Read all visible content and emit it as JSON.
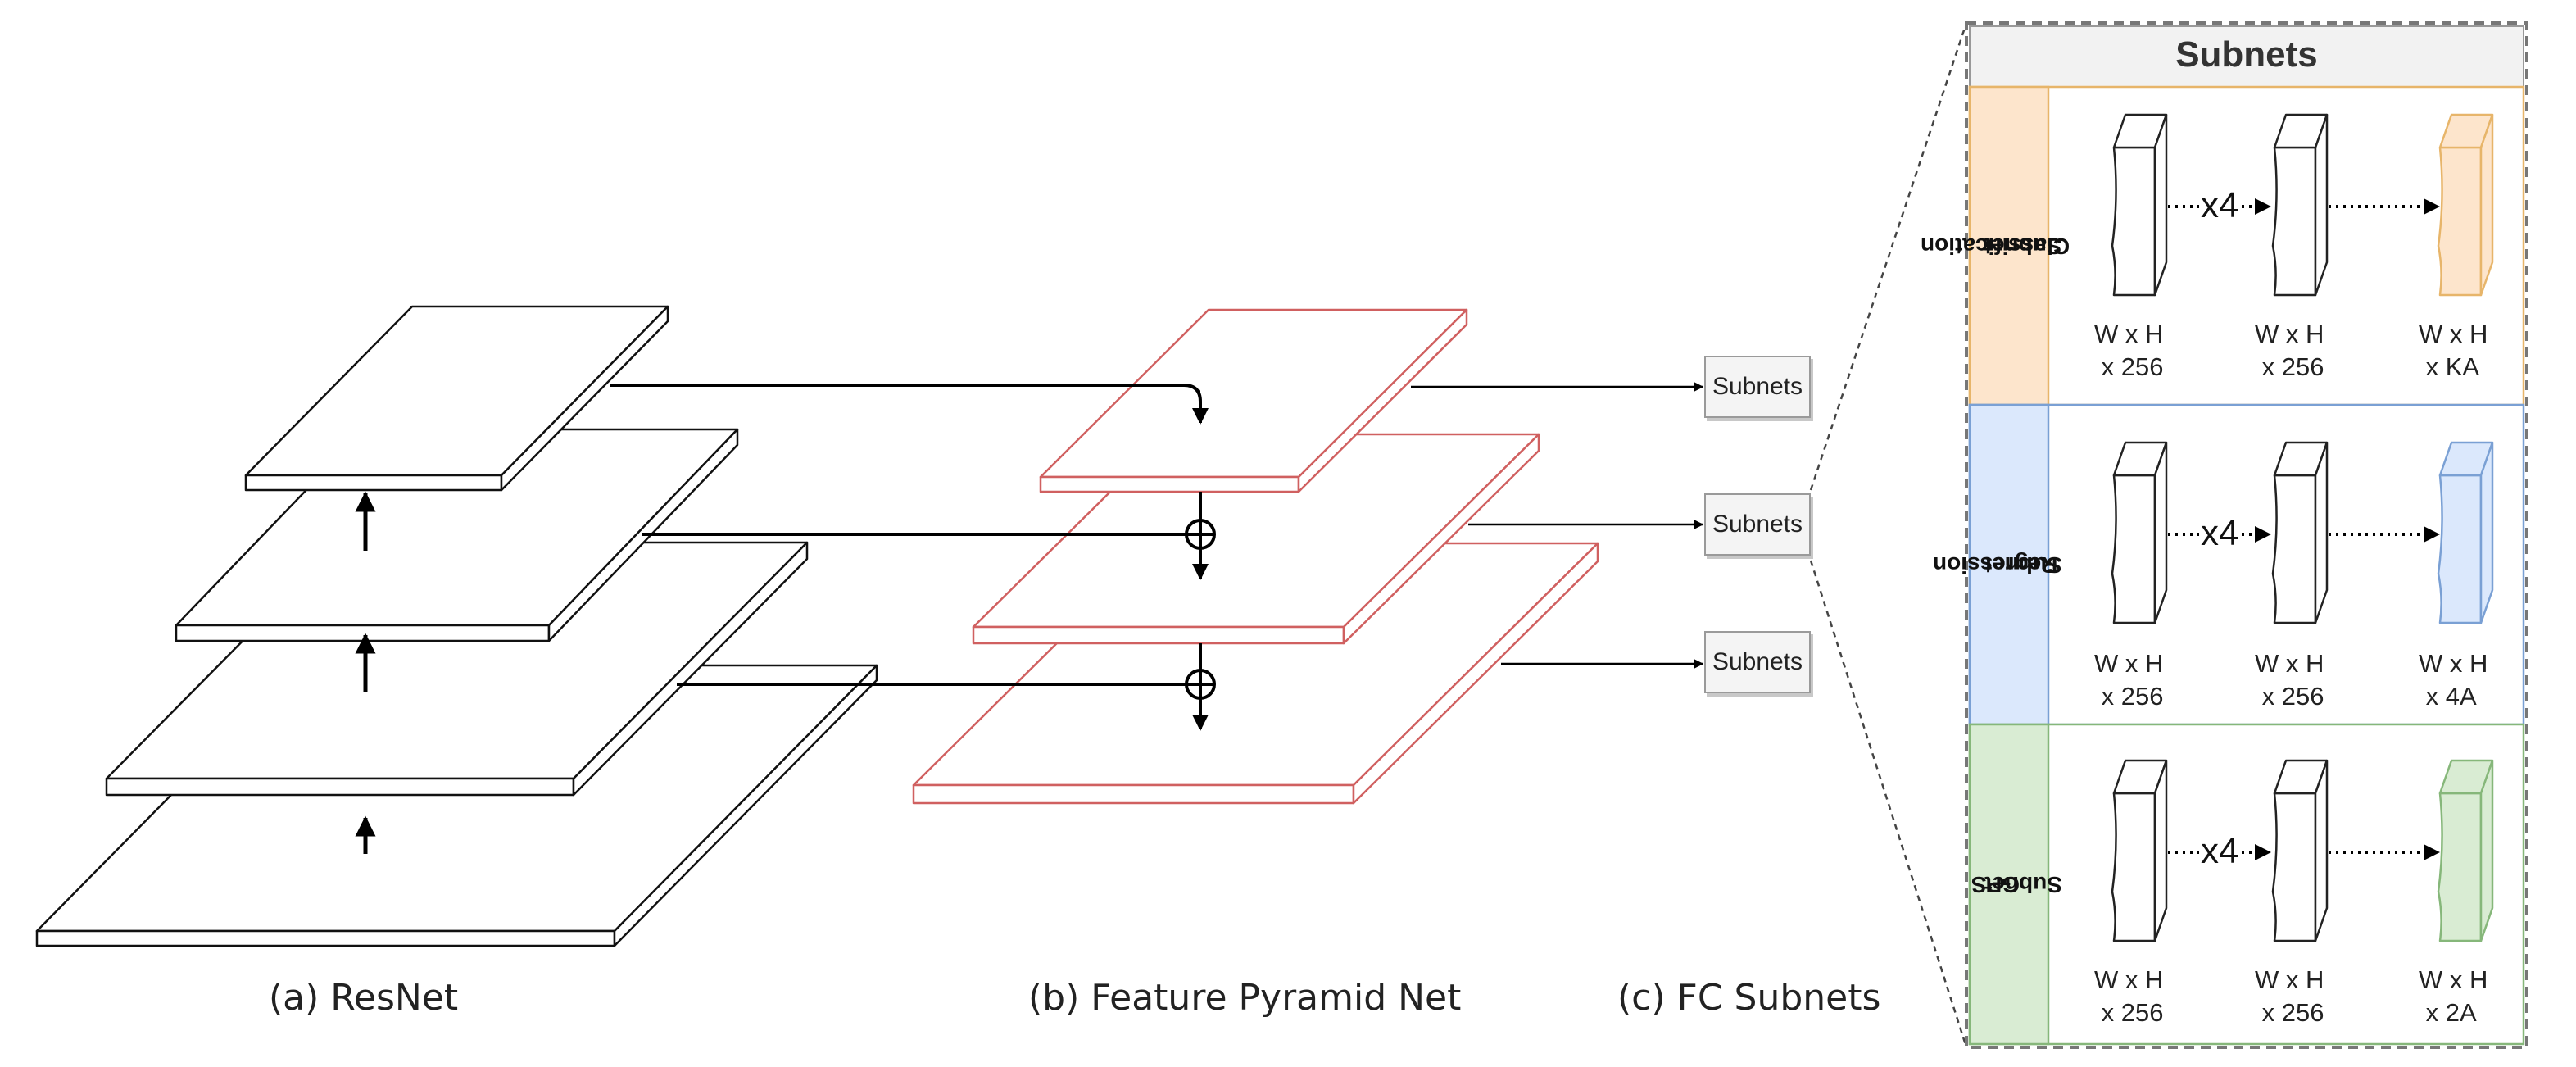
{
  "captions": {
    "resnet": "(a) ResNet",
    "fpn": "(b) Feature Pyramid Net",
    "fc": "(c) FC Subnets"
  },
  "subnet_box_label": "Subnets",
  "panel": {
    "title": "Subnets",
    "rows": [
      {
        "label_line1": "Classification",
        "label_line2": "Subnet",
        "repeat": "x4",
        "dims": [
          "W x H\n x 256",
          "W x H\n x 256",
          "W x H\n x KA"
        ]
      },
      {
        "label_line1": "Regression",
        "label_line2": "Subnet",
        "repeat": "x4",
        "dims": [
          "W x H\n x 256",
          "W x H\n x 256",
          "W x H\n x 4A"
        ]
      },
      {
        "label_line1": "GPS",
        "label_line2": "Subnet",
        "repeat": "x4",
        "dims": [
          "W x H\n x 256",
          "W x H\n x 256",
          "W x H\n x 2A"
        ]
      }
    ]
  },
  "colors": {
    "classification_fill": "#fde5cc",
    "classification_border": "#e7b56a",
    "regression_fill": "#dbe8fc",
    "regression_border": "#7aa0d4",
    "gps_fill": "#d9ecd3",
    "gps_border": "#86b77a",
    "fpn_stroke": "#d06060"
  }
}
